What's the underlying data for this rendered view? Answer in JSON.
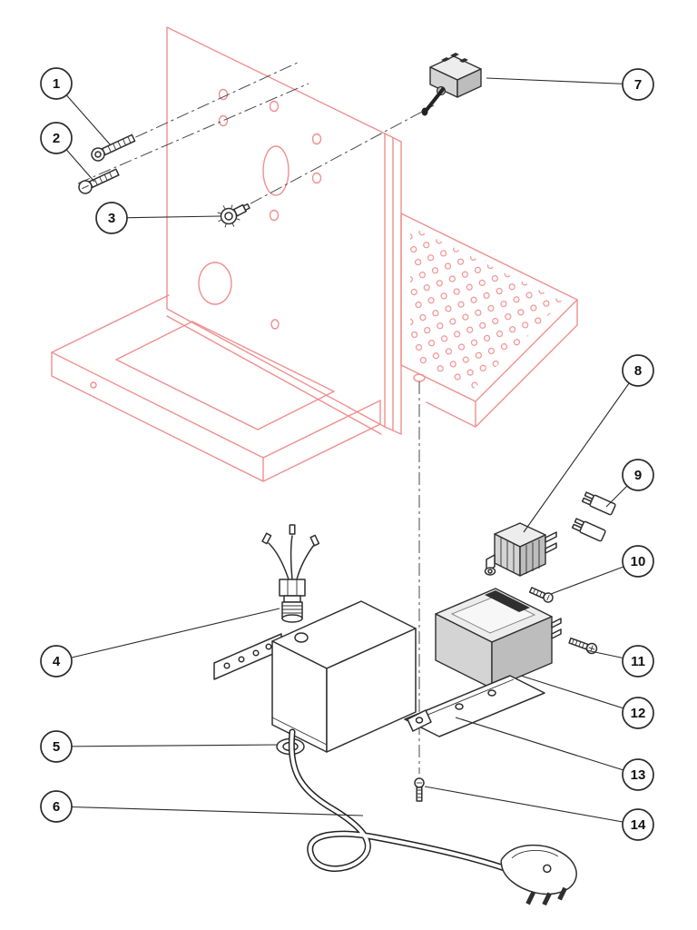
{
  "figure": {
    "type": "exploded-parts-diagram",
    "description": "Isometric exploded parts diagram of an appliance chassis with power components",
    "colors": {
      "background": "#ffffff",
      "chassis_line": "#ef8f8f",
      "part_line": "#2f2f2f",
      "callout_stroke": "#2b2b2b",
      "leader_line": "#2b2b2b"
    },
    "callouts": [
      {
        "number": "1",
        "part": "screw"
      },
      {
        "number": "2",
        "part": "screw"
      },
      {
        "number": "3",
        "part": "indicator-lamp"
      },
      {
        "number": "4",
        "part": "cable-gland-with-wires"
      },
      {
        "number": "5",
        "part": "lock-ring"
      },
      {
        "number": "6",
        "part": "power-cord"
      },
      {
        "number": "7",
        "part": "toggle-switch"
      },
      {
        "number": "8",
        "part": "power-entry-module"
      },
      {
        "number": "9",
        "part": "fuse-terminals"
      },
      {
        "number": "10",
        "part": "screw"
      },
      {
        "number": "11",
        "part": "screw"
      },
      {
        "number": "12",
        "part": "transformer"
      },
      {
        "number": "13",
        "part": "mounting-plate"
      },
      {
        "number": "14",
        "part": "screw"
      }
    ]
  }
}
